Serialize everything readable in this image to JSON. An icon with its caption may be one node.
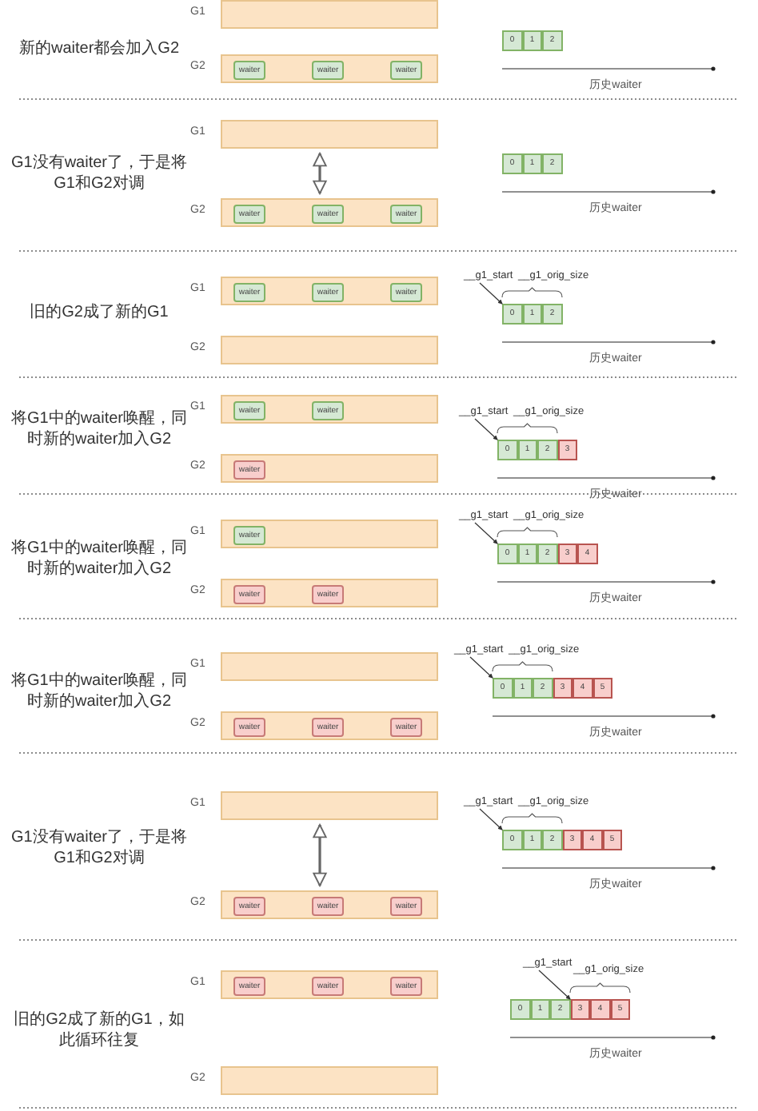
{
  "diagram": {
    "nodes": [
      {
        "text": [
          "G1"
        ]
      },
      {
        "text": [
          "G2"
        ]
      },
      {
        "text": [
          "waiter"
        ],
        "in": 1
      },
      {
        "text": [
          "waiter"
        ],
        "in": 1
      },
      {
        "text": [
          "waiter"
        ],
        "in": 1
      },
      {
        "text": [
          "0"
        ]
      },
      {
        "text": [
          "1"
        ]
      },
      {
        "text": [
          "2"
        ]
      },
      {
        "text": [
          "G1"
        ]
      },
      {
        "text": [
          "G2"
        ]
      },
      {
        "text": [
          "waiter"
        ],
        "in": 9
      },
      {
        "text": [
          "waiter"
        ],
        "in": 9
      },
      {
        "text": [
          "waiter"
        ],
        "in": 9
      },
      {
        "text": [
          "0"
        ]
      },
      {
        "text": [
          "1"
        ]
      },
      {
        "text": [
          "2"
        ]
      },
      {
        "text": [
          "G1"
        ]
      },
      {
        "text": [
          "waiter"
        ],
        "in": 16
      },
      {
        "text": [
          "waiter"
        ],
        "in": 16
      },
      {
        "text": [
          "waiter"
        ],
        "in": 16
      },
      {
        "text": [
          "G2"
        ]
      },
      {
        "text": [
          "__g1_start"
        ]
      },
      {
        "text": [
          "0"
        ]
      },
      {
        "text": [
          "1"
        ]
      },
      {
        "text": [
          "2"
        ]
      },
      {
        "text": [
          "G1"
        ]
      },
      {
        "text": [
          "waiter"
        ],
        "in": 25
      },
      {
        "text": [
          "waiter"
        ],
        "in": 25
      },
      {
        "text": [
          "G2"
        ]
      },
      {
        "text": [
          "waiter"
        ],
        "in": 28
      },
      {
        "text": [
          "__g1_start"
        ]
      },
      {
        "text": [
          "0"
        ]
      },
      {
        "text": [
          "1"
        ]
      },
      {
        "text": [
          "2"
        ]
      },
      {
        "text": [
          "3"
        ]
      },
      {
        "text": [
          "G1"
        ]
      },
      {
        "text": [
          "waiter"
        ],
        "in": 35
      },
      {
        "text": [
          "G2"
        ]
      },
      {
        "text": [
          "waiter"
        ],
        "in": 37
      },
      {
        "text": [
          "waiter"
        ],
        "in": 37
      },
      {
        "text": [
          "__g1_start"
        ]
      },
      {
        "text": [
          "0"
        ]
      },
      {
        "text": [
          "1"
        ]
      },
      {
        "text": [
          "2"
        ]
      },
      {
        "text": [
          "3"
        ]
      },
      {
        "text": [
          "4"
        ]
      },
      {
        "text": [
          "G1"
        ]
      },
      {
        "text": [
          "G2"
        ]
      },
      {
        "text": [
          "waiter"
        ],
        "in": 47
      },
      {
        "text": [
          "waiter"
        ],
        "in": 47
      },
      {
        "text": [
          "waiter"
        ],
        "in": 47
      },
      {
        "text": [
          "__g1_start"
        ]
      },
      {
        "text": [
          "0"
        ]
      },
      {
        "text": [
          "1"
        ]
      },
      {
        "text": [
          "2"
        ]
      },
      {
        "text": [
          "3"
        ]
      },
      {
        "text": [
          "4"
        ]
      },
      {
        "text": [
          "5"
        ]
      },
      {
        "text": [
          "G1"
        ]
      },
      {
        "text": [
          "G2"
        ]
      },
      {
        "text": [
          "waiter"
        ],
        "in": 59
      },
      {
        "text": [
          "waiter"
        ],
        "in": 59
      },
      {
        "text": [
          "waiter"
        ],
        "in": 59
      },
      {
        "text": [
          "__g1_start"
        ]
      },
      {
        "text": [
          "0"
        ]
      },
      {
        "text": [
          "1"
        ]
      },
      {
        "text": [
          "2"
        ]
      },
      {
        "text": [
          "3"
        ]
      },
      {
        "text": [
          "4"
        ]
      },
      {
        "text": [
          "5"
        ]
      },
      {
        "text": [
          "G1"
        ]
      },
      {
        "text": [
          "waiter"
        ],
        "in": 70
      },
      {
        "text": [
          "waiter"
        ],
        "in": 70
      },
      {
        "text": [
          "waiter"
        ],
        "in": 70
      },
      {
        "text": [
          "G2"
        ]
      },
      {
        "text": [
          "__g1_start"
        ]
      },
      {
        "text": [
          "0"
        ]
      },
      {
        "text": [
          "1"
        ]
      },
      {
        "text": [
          "2"
        ]
      },
      {
        "text": [
          "3"
        ]
      },
      {
        "text": [
          "4"
        ]
      },
      {
        "text": [
          "5"
        ]
      }
    ],
    "edges": [
      {
        "from": 8,
        "to": 9,
        "arrow": "both"
      },
      {
        "from": 21,
        "to": 22,
        "arrow": "to"
      },
      {
        "from": 30,
        "to": 31,
        "arrow": "to"
      },
      {
        "from": 40,
        "to": 41,
        "arrow": "to"
      },
      {
        "from": 51,
        "to": 52,
        "arrow": "to"
      },
      {
        "from": 58,
        "to": 59,
        "arrow": "both"
      },
      {
        "from": 63,
        "to": 64,
        "arrow": "to"
      },
      {
        "from": 75,
        "to": 79,
        "arrow": "to"
      }
    ],
    "labels": [
      "新的waiter都会加入G2",
      "历史waiter",
      "G1没有waiter了，于是将G1和G2对调",
      "历史waiter",
      "__g1_orig_size",
      "旧的G2成了新的G1",
      "历史waiter",
      "__g1_orig_size",
      "将G1中的waiter唤醒，同时新的waiter加入G2",
      "历史waiter",
      "__g1_orig_size",
      "将G1中的waiter唤醒，同时新的waiter加入G2",
      "历史waiter",
      "__g1_orig_size",
      "将G1中的waiter唤醒，同时新的waiter加入G2",
      "历史waiter",
      "__g1_orig_size",
      "G1没有waiter了，于是将G1和G2对调",
      "历史waiter",
      "__g1_orig_size",
      "旧的G2成了新的G1，如此循环往复",
      "历史waiter"
    ]
  }
}
